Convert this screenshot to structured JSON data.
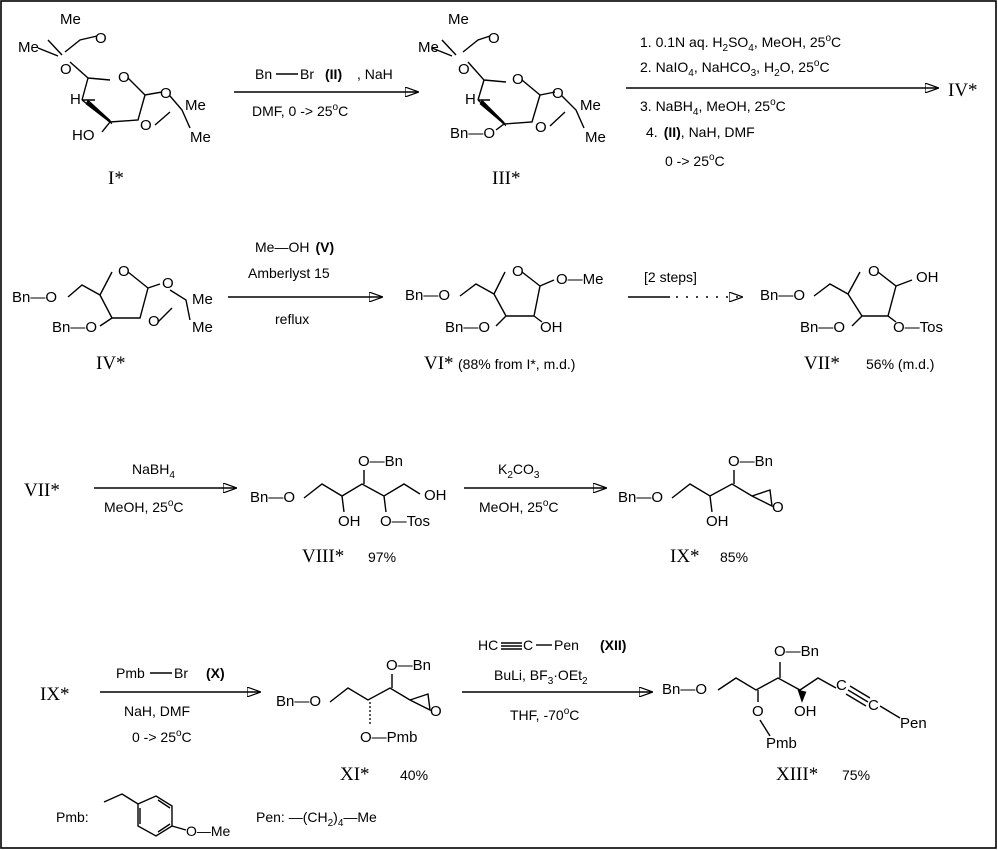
{
  "compounds": {
    "I": "I*",
    "III": "III*",
    "IV": "IV*",
    "VI": "VI*",
    "VII": "VII*",
    "VIII": "VIII*",
    "IX": "IX*",
    "XI": "XI*",
    "XIII": "XIII*"
  },
  "yields": {
    "VI": "(88% from I*, m.d.)",
    "VII": "56% (m.d.)",
    "VIII": "97%",
    "IX": "85%",
    "XI": "40%",
    "XIII": "75%"
  },
  "conditions": {
    "r1": {
      "reagent_a": "Bn",
      "reagent_b": "Br",
      "reagent_id": "(II)",
      "base": ", NaH",
      "solvent_temp": "DMF,   0 -> 25",
      "deg": "o",
      "deg_unit": "C"
    },
    "r2": {
      "s1": "1. 0.1N aq. H",
      "s1b": "SO",
      "s1c": ", MeOH,   25",
      "s2": "2. NaIO",
      "s2b": ", NaHCO",
      "s2c": ",   H",
      "s2d": "O,  25",
      "s3": "3. NaBH",
      "s3b": ",  MeOH,  25",
      "s4": "4.",
      "s4id": "(II)",
      "s4b": ", NaH, DMF",
      "s5": "0 -> 25"
    },
    "r3": {
      "a": "Me—OH",
      "a_id": "(V)",
      "b": "Amberlyst 15",
      "c": "reflux"
    },
    "r4": {
      "a": "[2 steps]"
    },
    "r5": {
      "a": "NaBH",
      "b": "MeOH,  25"
    },
    "r6": {
      "a": "K",
      "a2": "CO",
      "b": "MeOH, 25"
    },
    "r7": {
      "a": "Pmb",
      "a2": "Br",
      "a_id": "(X)",
      "b": "NaH, DMF",
      "c": "0 -> 25"
    },
    "r8": {
      "a": "HC",
      "a2": "C",
      "a3": "Pen",
      "a_id": "(XII)",
      "b": "BuLi,  BF",
      "b2": "·OEt",
      "c": "THF,  -70"
    }
  },
  "atoms": {
    "Me": "Me",
    "O": "O",
    "H": "H",
    "HO": "HO",
    "OH": "OH",
    "Bn": "Bn",
    "BnO": "Bn—O",
    "BnO2": "Bn—O",
    "Tos": "O—Tos",
    "OMe": "O—Me",
    "OBn": "O—Bn",
    "OPmb": "O—Pmb",
    "Pmb": "Pmb",
    "Pen": "Pen"
  },
  "legend": {
    "pmb_label": "Pmb:",
    "pmb_ome": "O—Me",
    "pen_label": "Pen: —(CH",
    "pen_tail": "—Me",
    "sub2": "2",
    "sub4": "4"
  },
  "subs": {
    "two": "2",
    "three": "3",
    "four": "4"
  },
  "arrow_to_label": "IV*"
}
